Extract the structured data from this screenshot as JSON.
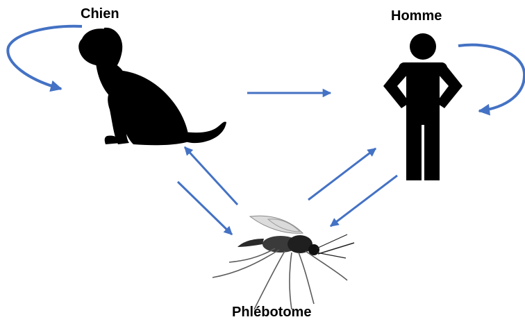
{
  "labels": {
    "dog": "Chien",
    "human": "Homme",
    "sandfly": "Phlébotome"
  },
  "icons": {
    "dog": "dog-silhouette-icon",
    "human": "human-silhouette-icon",
    "sandfly": "sandfly-photo-icon"
  },
  "colors": {
    "arrow": "#4472C4",
    "silhouette": "#000000",
    "background": "#ffffff"
  }
}
